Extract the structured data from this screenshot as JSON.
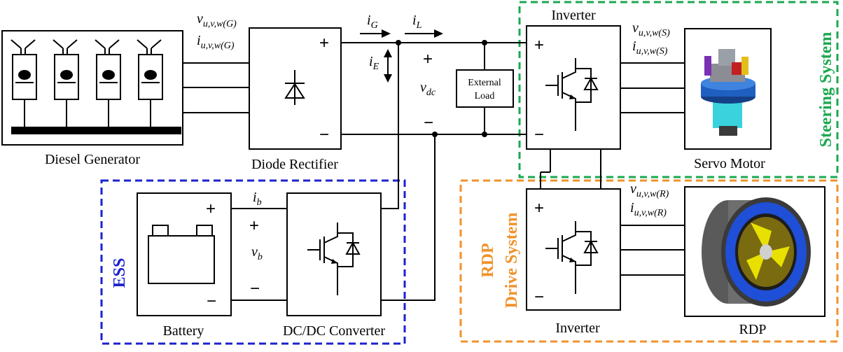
{
  "blocks": {
    "diesel_generator": "Diesel Generator",
    "diode_rectifier": "Diode Rectifier",
    "external_load_line1": "External",
    "external_load_line2": "Load",
    "inverter_steering": "Inverter",
    "servo_motor": "Servo Motor",
    "battery": "Battery",
    "dcdc_converter": "DC/DC Converter",
    "inverter_rdp": "Inverter",
    "rdp": "RDP"
  },
  "groups": {
    "steering": "Steering System",
    "ess": "ESS",
    "rdp_line1": "RDP",
    "rdp_line2": "Drive System"
  },
  "signals": {
    "vG": {
      "main": "v",
      "sub": "u,v,w(G)"
    },
    "iG3": {
      "main": "i",
      "sub": "u,v,w(G)"
    },
    "iG": {
      "main": "i",
      "sub": "G"
    },
    "iL": {
      "main": "i",
      "sub": "L"
    },
    "iE": {
      "main": "i",
      "sub": "E"
    },
    "vdc": {
      "main": "v",
      "sub": "dc"
    },
    "vS": {
      "main": "v",
      "sub": "u,v,w(S)"
    },
    "iS": {
      "main": "i",
      "sub": "u,v,w(S)"
    },
    "ib": {
      "main": "i",
      "sub": "b"
    },
    "vb": {
      "main": "v",
      "sub": "b"
    },
    "vR": {
      "main": "v",
      "sub": "u,v,w(R)"
    },
    "iR": {
      "main": "i",
      "sub": "u,v,w(R)"
    }
  },
  "symbols": {
    "plus": "+",
    "minus": "−"
  },
  "colors": {
    "steering": "#1aa84f",
    "ess": "#1c22cc",
    "rdp": "#f0922b",
    "motor_blue": "#1f5fbf",
    "rdp_ring": "#1f4fd6",
    "rdp_blade": "#e8e000"
  }
}
